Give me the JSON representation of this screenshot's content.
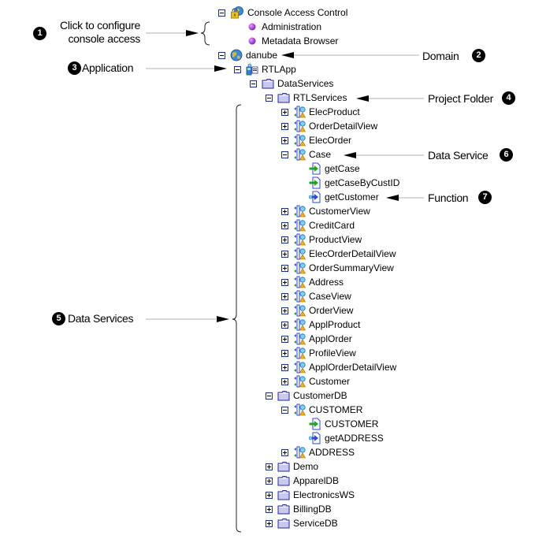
{
  "tree": [
    {
      "label": "Console Access Control",
      "icon": "console-lock-globe-icon",
      "expander": "minus",
      "depth": 0
    },
    {
      "label": "Administration",
      "icon": "purple-bullet-icon",
      "expander": "none",
      "depth": 1
    },
    {
      "label": "Metadata Browser",
      "icon": "purple-bullet-icon",
      "expander": "none",
      "depth": 1
    },
    {
      "label": "danube",
      "icon": "domain-globe-icon",
      "expander": "minus",
      "depth": 0
    },
    {
      "label": "RTLApp",
      "icon": "application-icon",
      "expander": "minus",
      "depth": 1
    },
    {
      "label": "DataServices",
      "icon": "folder-icon",
      "expander": "minus",
      "depth": 2
    },
    {
      "label": "RTLServices",
      "icon": "folder-icon",
      "expander": "minus",
      "depth": 3
    },
    {
      "label": "ElecProduct",
      "icon": "data-service-icon",
      "expander": "plus",
      "depth": 4
    },
    {
      "label": "OrderDetailView",
      "icon": "data-service-icon",
      "expander": "plus",
      "depth": 4
    },
    {
      "label": "ElecOrder",
      "icon": "data-service-icon",
      "expander": "plus",
      "depth": 4
    },
    {
      "label": "Case",
      "icon": "data-service-icon",
      "expander": "minus",
      "depth": 4
    },
    {
      "label": "getCase",
      "icon": "read-function-icon",
      "expander": "none",
      "depth": 5
    },
    {
      "label": "getCaseByCustID",
      "icon": "read-function-icon",
      "expander": "none",
      "depth": 5
    },
    {
      "label": "getCustomer",
      "icon": "navigation-function-icon",
      "expander": "none",
      "depth": 5
    },
    {
      "label": "CustomerView",
      "icon": "data-service-icon",
      "expander": "plus",
      "depth": 4
    },
    {
      "label": "CreditCard",
      "icon": "data-service-icon",
      "expander": "plus",
      "depth": 4
    },
    {
      "label": "ProductView",
      "icon": "data-service-icon",
      "expander": "plus",
      "depth": 4
    },
    {
      "label": "ElecOrderDetailView",
      "icon": "data-service-icon",
      "expander": "plus",
      "depth": 4
    },
    {
      "label": "OrderSummaryView",
      "icon": "data-service-icon",
      "expander": "plus",
      "depth": 4
    },
    {
      "label": "Address",
      "icon": "data-service-icon",
      "expander": "plus",
      "depth": 4
    },
    {
      "label": "CaseView",
      "icon": "data-service-icon",
      "expander": "plus",
      "depth": 4
    },
    {
      "label": "OrderView",
      "icon": "data-service-icon",
      "expander": "plus",
      "depth": 4
    },
    {
      "label": "ApplProduct",
      "icon": "data-service-icon",
      "expander": "plus",
      "depth": 4
    },
    {
      "label": "ApplOrder",
      "icon": "data-service-icon",
      "expander": "plus",
      "depth": 4
    },
    {
      "label": "ProfileView",
      "icon": "data-service-icon",
      "expander": "plus",
      "depth": 4
    },
    {
      "label": "ApplOrderDetailView",
      "icon": "data-service-icon",
      "expander": "plus",
      "depth": 4
    },
    {
      "label": "Customer",
      "icon": "data-service-icon",
      "expander": "plus",
      "depth": 4
    },
    {
      "label": "CustomerDB",
      "icon": "folder-icon",
      "expander": "minus",
      "depth": 3
    },
    {
      "label": "CUSTOMER",
      "icon": "data-service-icon",
      "expander": "minus",
      "depth": 4
    },
    {
      "label": "CUSTOMER",
      "icon": "read-function-icon",
      "expander": "none",
      "depth": 5
    },
    {
      "label": "getADDRESS",
      "icon": "navigation-function-icon",
      "expander": "none",
      "depth": 5
    },
    {
      "label": "ADDRESS",
      "icon": "data-service-icon",
      "expander": "plus",
      "depth": 4
    },
    {
      "label": "Demo",
      "icon": "folder-icon",
      "expander": "plus",
      "depth": 3
    },
    {
      "label": "ApparelDB",
      "icon": "folder-icon",
      "expander": "plus",
      "depth": 3
    },
    {
      "label": "ElectronicsWS",
      "icon": "folder-icon",
      "expander": "plus",
      "depth": 3
    },
    {
      "label": "BillingDB",
      "icon": "folder-icon",
      "expander": "plus",
      "depth": 3
    },
    {
      "label": "ServiceDB",
      "icon": "folder-icon",
      "expander": "plus",
      "depth": 3
    }
  ],
  "callouts": [
    {
      "number": "1",
      "lines": [
        "Click to configure",
        "console access"
      ],
      "side": "left",
      "target": "Console Access Control children"
    },
    {
      "number": "2",
      "lines": [
        "Domain"
      ],
      "side": "right",
      "target": "danube"
    },
    {
      "number": "3",
      "lines": [
        "Application"
      ],
      "side": "left",
      "target": "RTLApp"
    },
    {
      "number": "4",
      "lines": [
        "Project Folder"
      ],
      "side": "right",
      "target": "RTLServices"
    },
    {
      "number": "5",
      "lines": [
        "Data Services"
      ],
      "side": "left",
      "target": "RTLServices children"
    },
    {
      "number": "6",
      "lines": [
        "Data Service"
      ],
      "side": "right",
      "target": "Case"
    },
    {
      "number": "7",
      "lines": [
        "Function"
      ],
      "side": "right",
      "target": "getCustomer"
    }
  ],
  "colors": {
    "expander_border": "#1a2e8c",
    "folder_fill": "#c8c8f0",
    "folder_border": "#2a2a8a",
    "bullet": "#8a1ac8",
    "read_arrow": "#1aa81a",
    "nav_arrow": "#2a4ad8",
    "callout_line": "#b0b0b0",
    "badge_bg": "#000000"
  }
}
